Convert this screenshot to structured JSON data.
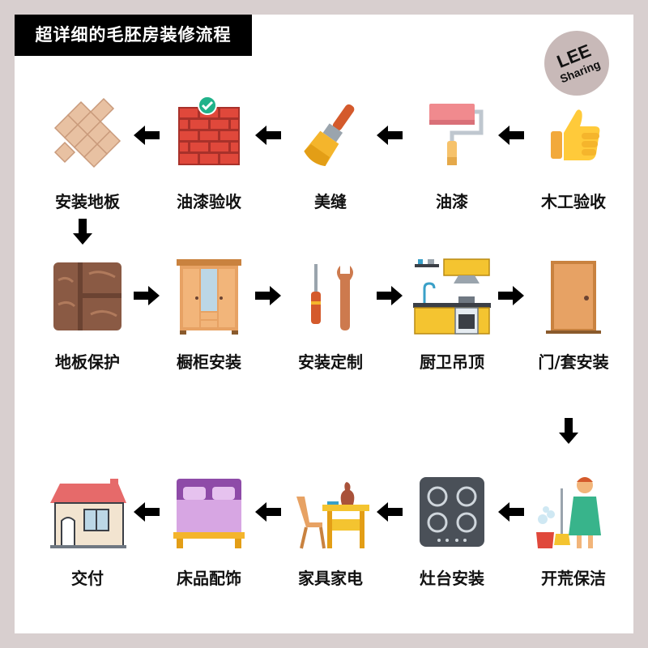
{
  "title": "超详细的毛胚房装修流程",
  "logo": {
    "line1": "LEE",
    "line2": "Sharing"
  },
  "colors": {
    "background": "#d8cfcf",
    "card": "#ffffff",
    "title_bar": "#000000",
    "logo_circle": "#c8b9b8"
  },
  "steps": [
    {
      "label": "木工验收",
      "icon": "thumbs-up-icon"
    },
    {
      "label": "油漆",
      "icon": "paint-roller-icon"
    },
    {
      "label": "美缝",
      "icon": "paint-brush-icon"
    },
    {
      "label": "油漆验收",
      "icon": "brick-wall-check-icon"
    },
    {
      "label": "安装地板",
      "icon": "parquet-floor-icon"
    },
    {
      "label": "地板保护",
      "icon": "wood-floor-icon"
    },
    {
      "label": "橱柜安装",
      "icon": "wardrobe-icon"
    },
    {
      "label": "安装定制",
      "icon": "screwdriver-wrench-icon"
    },
    {
      "label": "厨卫吊顶",
      "icon": "kitchen-icon"
    },
    {
      "label": "门/套安装",
      "icon": "door-icon"
    },
    {
      "label": "开荒保洁",
      "icon": "cleaner-icon"
    },
    {
      "label": "灶台安装",
      "icon": "cooktop-icon"
    },
    {
      "label": "家具家电",
      "icon": "table-chair-icon"
    },
    {
      "label": "床品配饰",
      "icon": "bed-icon"
    },
    {
      "label": "交付",
      "icon": "house-icon"
    }
  ]
}
